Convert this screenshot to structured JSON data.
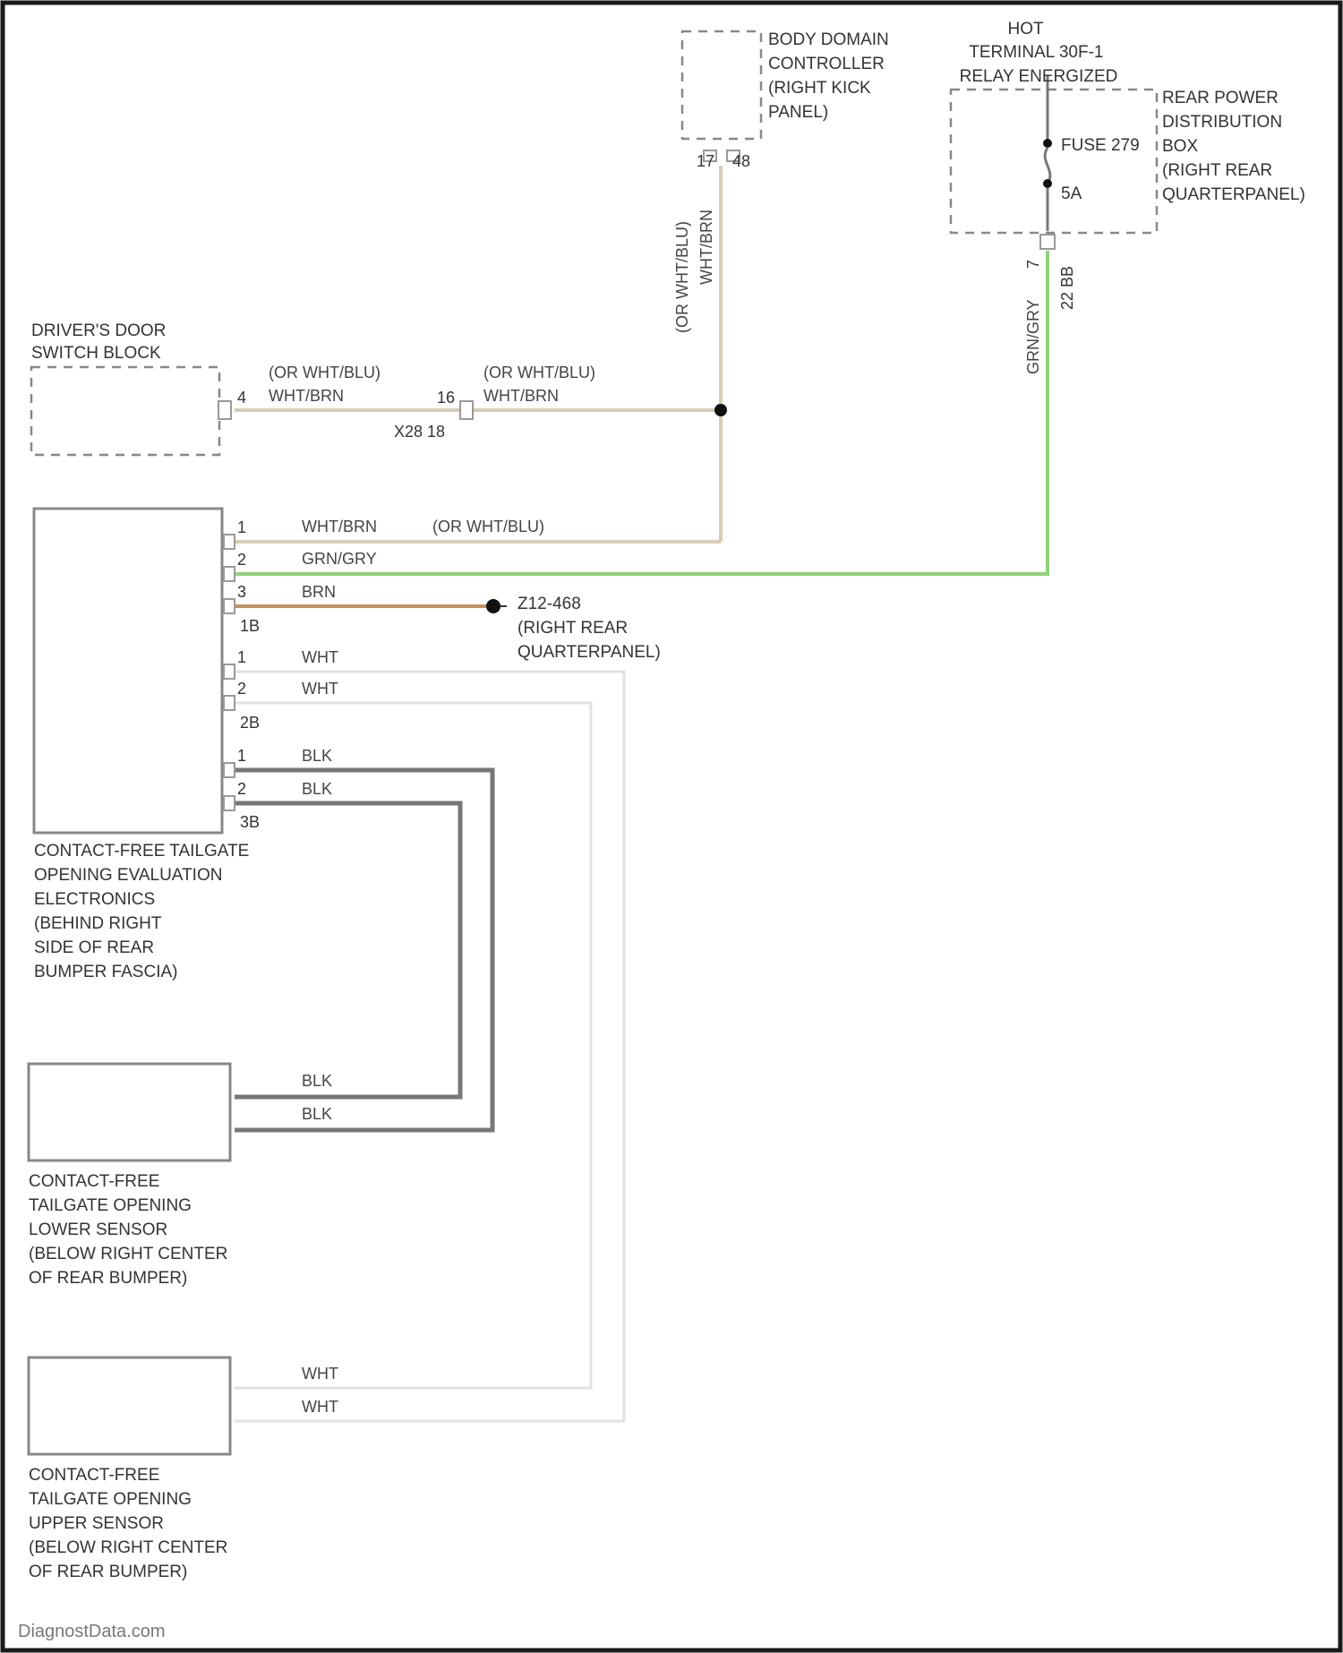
{
  "colors": {
    "tan_wire": "#d8cdb5",
    "green_wire": "#8fd27a",
    "brown_wire": "#c8915a",
    "white_wire": "#e2e2e2",
    "black_wire": "#777777",
    "border": "#1a1a1a"
  },
  "components": {
    "bdc": {
      "lines": [
        "BODY DOMAIN",
        "CONTROLLER",
        "(RIGHT KICK",
        "PANEL)"
      ],
      "pin1": "17",
      "pin2": "48"
    },
    "hot": {
      "lines": [
        "HOT",
        "TERMINAL 30F-1",
        "RELAY ENERGIZED"
      ]
    },
    "rpdb": {
      "lines": [
        "REAR POWER",
        "DISTRIBUTION",
        "BOX",
        "(RIGHT REAR",
        "QUARTERPANEL)"
      ],
      "fuse": "FUSE 279",
      "amps": "5A",
      "pin": "7",
      "connector": "22 BB"
    },
    "door_switch": {
      "lines": [
        "DRIVER'S DOOR",
        "SWITCH BLOCK"
      ],
      "pin": "4"
    },
    "inline_conn": {
      "left_pin": "16",
      "id": "X28 18"
    },
    "ecu": {
      "lines": [
        "CONTACT-FREE TAILGATE",
        "OPENING EVALUATION",
        "ELECTRONICS",
        "(BEHIND RIGHT",
        "SIDE OF REAR",
        "BUMPER FASCIA)"
      ],
      "group1": {
        "pins": [
          "1",
          "2",
          "3"
        ],
        "conn": "1B"
      },
      "group2": {
        "pins": [
          "1",
          "2"
        ],
        "conn": "2B"
      },
      "group3": {
        "pins": [
          "1",
          "2"
        ],
        "conn": "3B"
      }
    },
    "lower_sensor": {
      "lines": [
        "CONTACT-FREE",
        "TAILGATE OPENING",
        "LOWER SENSOR",
        "(BELOW RIGHT CENTER",
        "OF REAR BUMPER)"
      ]
    },
    "upper_sensor": {
      "lines": [
        "CONTACT-FREE",
        "TAILGATE OPENING",
        "UPPER SENSOR",
        "(BELOW RIGHT CENTER",
        "OF REAR BUMPER)"
      ]
    },
    "ground": {
      "lines": [
        "Z12-468",
        "(RIGHT REAR",
        "QUARTERPANEL)"
      ]
    }
  },
  "wires": {
    "bdc_vert_1": "(OR WHT/BLU)",
    "bdc_vert_2": "WHT/BRN",
    "door_seg_1": "(OR WHT/BLU)",
    "door_seg_2": "WHT/BRN",
    "door_seg2_1": "(OR WHT/BLU)",
    "door_seg2_2": "WHT/BRN",
    "rpdb_vert": "GRN/GRY",
    "ecu_w1_a": "WHT/BRN",
    "ecu_w1_b": "(OR WHT/BLU)",
    "ecu_w2": "GRN/GRY",
    "ecu_w3": "BRN",
    "ecu_w4": "WHT",
    "ecu_w5": "WHT",
    "ecu_w6": "BLK",
    "ecu_w7": "BLK",
    "lower_w1": "BLK",
    "lower_w2": "BLK",
    "upper_w1": "WHT",
    "upper_w2": "WHT"
  },
  "watermark": "DiagnostData.com"
}
